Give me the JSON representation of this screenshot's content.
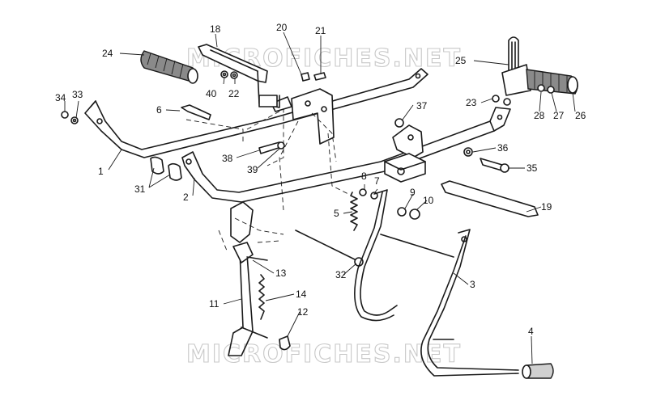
{
  "watermark": {
    "text_top": "MICROFICHES.NET",
    "text_bottom": "MICROFICHES.NET"
  },
  "callouts": [
    "1",
    "2",
    "3",
    "4",
    "5",
    "6",
    "7",
    "8",
    "9",
    "10",
    "11",
    "12",
    "13",
    "14",
    "18",
    "19",
    "20",
    "21",
    "22",
    "23",
    "24",
    "25",
    "26",
    "27",
    "28",
    "31",
    "32",
    "33",
    "34",
    "35",
    "36",
    "37",
    "38",
    "39",
    "40"
  ],
  "colors": {
    "line": "#1a1a1a",
    "grip": "#8a8a8a",
    "watermark": "#c8c8c8"
  }
}
